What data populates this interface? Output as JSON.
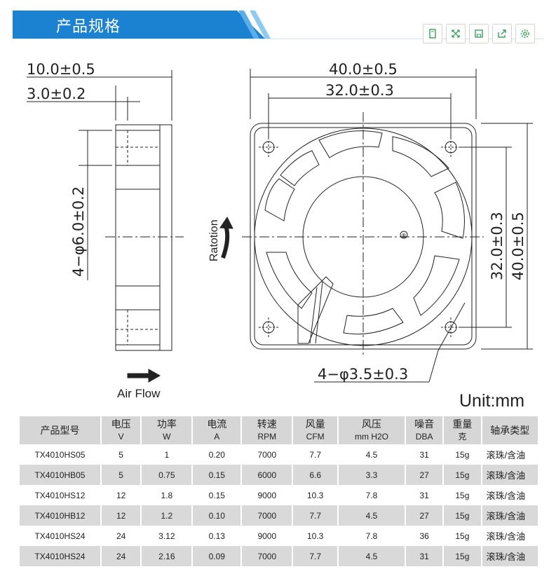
{
  "header": {
    "title": "产品规格"
  },
  "toolbar": {
    "icons": [
      "document-icon",
      "expand-icon",
      "save-icon",
      "share-icon",
      "settings-icon"
    ],
    "accent": "#3aa35a"
  },
  "drawing": {
    "dims": {
      "side_width": "10.0±0.5",
      "side_step": "3.0±0.2",
      "hole_dia": "4−φ6.0±0.2",
      "top_outer": "40.0±0.5",
      "top_inner": "32.0±0.3",
      "right_inner": "32.0±0.3",
      "right_outer": "40.0±0.5",
      "mount_holes": "4−φ3.5±0.3"
    },
    "rotation_label": "Ratotion",
    "airflow_label": "Air Flow",
    "registered_mark": "®"
  },
  "unit_label": "Unit:mm",
  "table": {
    "headers": [
      {
        "main": "产品型号",
        "sub": ""
      },
      {
        "main": "电压",
        "sub": "V"
      },
      {
        "main": "功率",
        "sub": "W"
      },
      {
        "main": "电流",
        "sub": "A"
      },
      {
        "main": "转速",
        "sub": "RPM"
      },
      {
        "main": "风量",
        "sub": "CFM"
      },
      {
        "main": "风压",
        "sub": "mm H2O"
      },
      {
        "main": "噪音",
        "sub": "DBA"
      },
      {
        "main": "重量",
        "sub": "克"
      },
      {
        "main": "轴承类型",
        "sub": ""
      }
    ],
    "rows": [
      [
        "TX4010HS05",
        "5",
        "1",
        "0.20",
        "7000",
        "7.7",
        "4.5",
        "31",
        "15g",
        "滚珠/含油"
      ],
      [
        "TX4010HB05",
        "5",
        "0.75",
        "0.15",
        "6000",
        "6.6",
        "3.3",
        "27",
        "15g",
        "滚珠/含油"
      ],
      [
        "TX4010HS12",
        "12",
        "1.8",
        "0.15",
        "9000",
        "10.3",
        "7.8",
        "31",
        "15g",
        "滚珠/含油"
      ],
      [
        "TX4010HB12",
        "12",
        "1.2",
        "0.10",
        "7000",
        "7.7",
        "4.5",
        "27",
        "15g",
        "滚珠/含油"
      ],
      [
        "TX4010HS24",
        "24",
        "3.12",
        "0.13",
        "9000",
        "10.3",
        "7.8",
        "36",
        "15g",
        "滚珠/含油"
      ],
      [
        "TX4010HS24",
        "24",
        "2.16",
        "0.09",
        "7000",
        "7.7",
        "4.5",
        "31",
        "15g",
        "滚珠/含油"
      ]
    ]
  }
}
